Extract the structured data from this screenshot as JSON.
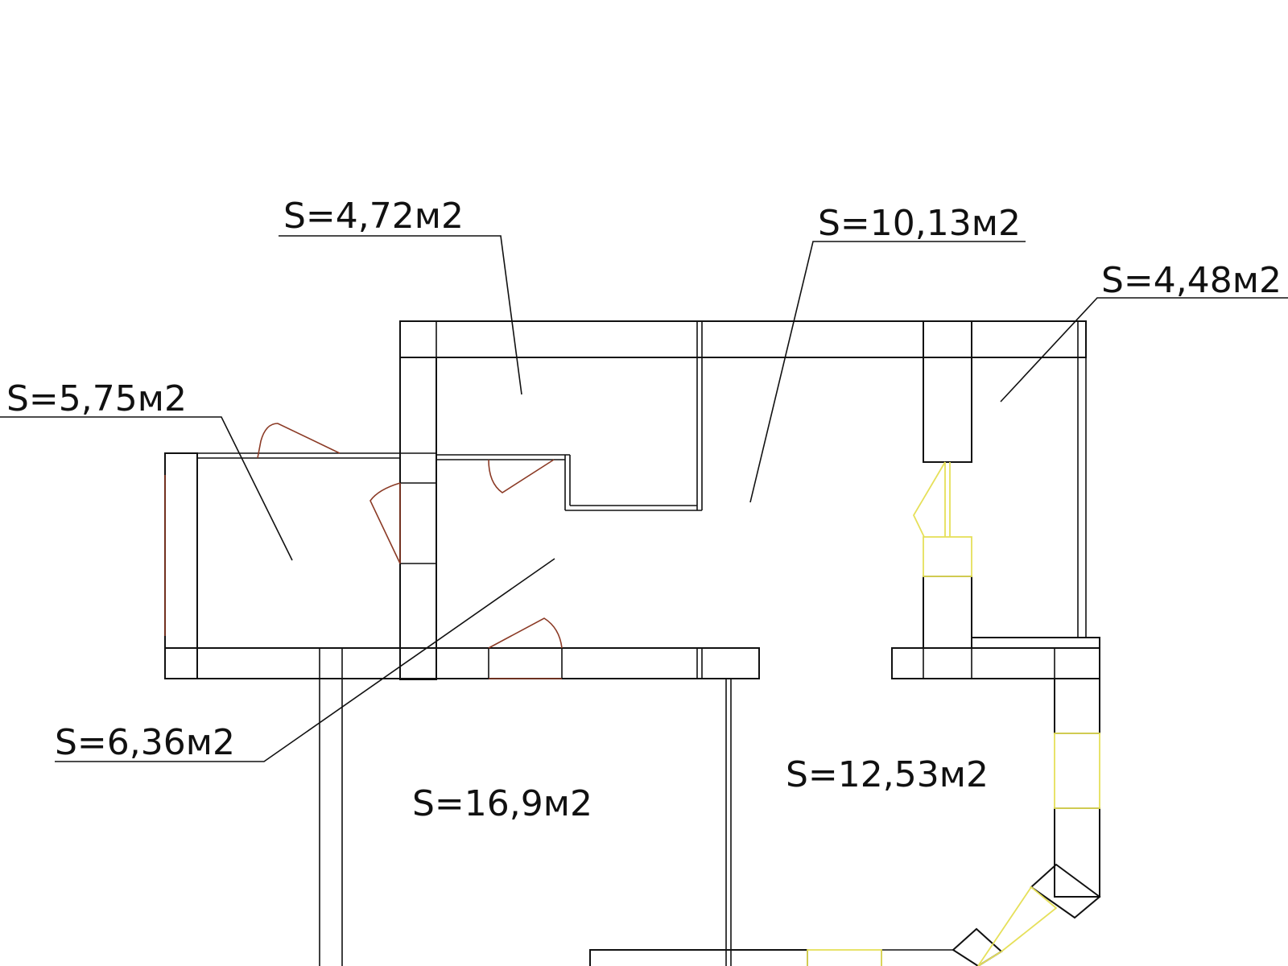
{
  "plan": {
    "rooms": [
      {
        "id": "room-a",
        "area": "S=4,72м2"
      },
      {
        "id": "room-b",
        "area": "S=10,13м2"
      },
      {
        "id": "room-c",
        "area": "S=4,48м2"
      },
      {
        "id": "room-d",
        "area": "S=5,75м2"
      },
      {
        "id": "room-e",
        "area": "S=6,36м2"
      },
      {
        "id": "room-f",
        "area": "S=16,9м2"
      },
      {
        "id": "room-g",
        "area": "S=12,53м2"
      }
    ],
    "colors": {
      "walls": "#111111",
      "doors": "#8b3a25",
      "windows": "#e6e05a",
      "background": "#ffffff"
    }
  }
}
